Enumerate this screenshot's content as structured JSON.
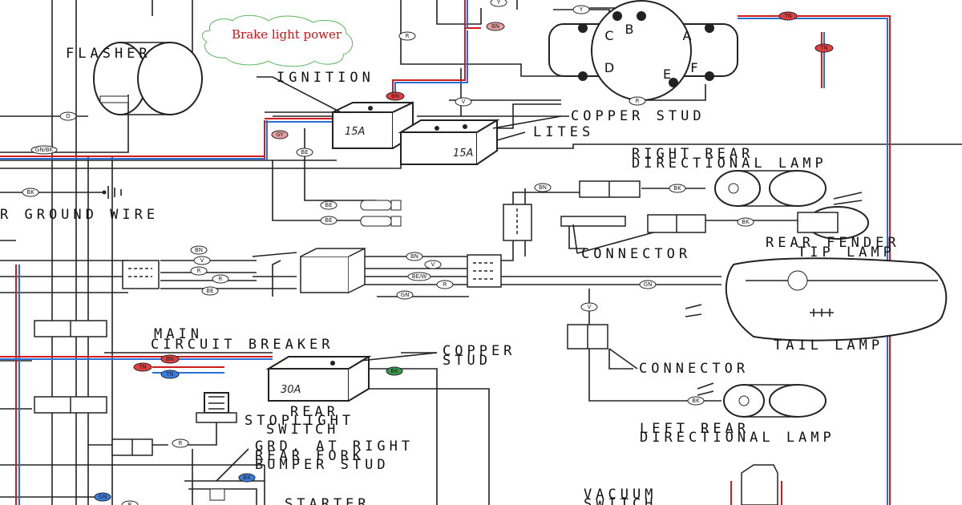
{
  "annotation": {
    "text": "Brake light power",
    "color": "#cc1111",
    "cloud_color": "#5cb85c"
  },
  "labels": {
    "flasher": "FLASHER",
    "ignition": "IGNITION",
    "copper_stud_1": "COPPER STUD",
    "lites": "LITES",
    "ground_wire": "R GROUND WIRE",
    "right_rear_1": "RIGHT REAR",
    "right_rear_2": "DIRECTIONAL LAMP",
    "rear_fender_1": "REAR FENDER",
    "rear_fender_2": "TIP LAMP",
    "connector_1": "CONNECTOR",
    "tail_lamp": "TAIL LAMP",
    "main_cb_1": "MAIN",
    "main_cb_2": "CIRCUIT BREAKER",
    "copper_stud_2a": "COPPER",
    "copper_stud_2b": "STUD",
    "connector_2": "CONNECTOR",
    "stoplight_1": "REAR",
    "stoplight_2": "STOPLIGHT",
    "stoplight_3": "SWITCH",
    "ground_1": "GRD. AT RIGHT",
    "ground_2": "REAR FORK",
    "ground_3": "BUMPER STUD",
    "left_rear_1": "LEFT REAR",
    "left_rear_2": "DIRECTIONAL LAMP",
    "vacuum_1": "VACUUM",
    "vacuum_2": "SWITCH",
    "starter": "STARTER"
  },
  "switch_terminals": {
    "b": "B",
    "c": "C",
    "a": "A",
    "d": "D",
    "e": "E",
    "f": "F"
  },
  "breakers": {
    "ignition": "15A",
    "lites": "15A",
    "main": "30A"
  },
  "wire_tags": {
    "y_top": "Y",
    "y_sw": "Y",
    "r_top": "R",
    "bn_sw": "BN",
    "tn_1": "TN",
    "tn_2": "TN",
    "o_flasher": "O",
    "gn_bk": "GN/BK",
    "bn_ign": "BN",
    "gy": "GY",
    "v_cs": "V",
    "r_sw": "R",
    "be_1": "BE",
    "bk_gnd": "BK",
    "be_2": "BE",
    "be_3": "BE",
    "bn_rr": "BN",
    "bk_rr": "BK",
    "bk_rf": "BK",
    "c_bn": "BN",
    "c_v": "V",
    "c_r": "R",
    "c_r2": "R",
    "c_be": "BE",
    "c2_bn": "BN",
    "c2_v": "V",
    "c2_bew": "BE/W",
    "c2_r": "R",
    "c2_gn": "GN",
    "gn_tail": "GN",
    "v_conn": "V",
    "bk_lr": "BK",
    "bn_cb": "BN",
    "tn_cb": "TN",
    "tn_blue": "TN",
    "bk_cb": "BK",
    "r_stop": "R",
    "gn_start": "GN",
    "r_start": "R",
    "bk_start": "BK"
  }
}
